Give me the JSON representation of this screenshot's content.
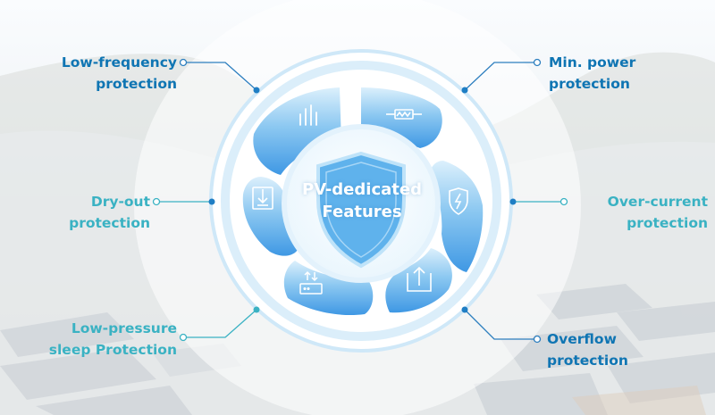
{
  "center": {
    "title": "PV-dedicated\nFeatures"
  },
  "features": {
    "low_frequency": "Low-frequency\nprotection",
    "min_power": "Min. power\nprotection",
    "dry_out": "Dry-out\nprotection",
    "over_current": "Over-current\nprotection",
    "low_pressure": "Low-pressure\nsleep Protection",
    "overflow": "Overflow\nprotection"
  },
  "icons": [
    "bar-chart-icon",
    "resistor-icon",
    "lightning-shield-icon",
    "export-icon",
    "transfer-icon",
    "import-icon"
  ],
  "colors": {
    "dark_label": "#0f75b3",
    "light_label": "#3ab2c3",
    "segment_light": "#d4ecfb",
    "segment_dark": "#4aa3e8",
    "ring": "#c9e6f8"
  }
}
